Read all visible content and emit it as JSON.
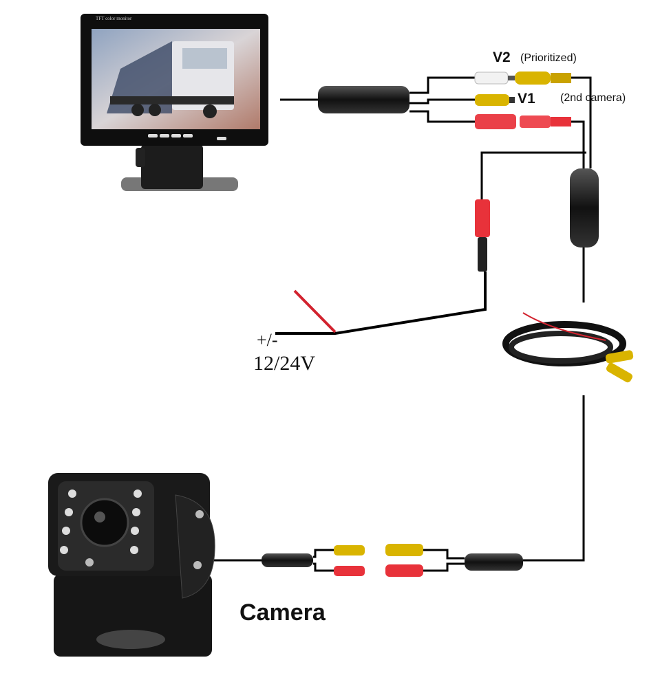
{
  "monitor": {
    "brand_text": "TFT color monitor"
  },
  "labels": {
    "v2": "V2",
    "v2_note": "(Prioritized)",
    "v1": "V1",
    "second_camera": "(2nd camera)",
    "power_polarity": "+/-",
    "power_voltage": "12/24V",
    "camera": "Camera"
  },
  "colors": {
    "wire": "#000000",
    "red": "#e8323a",
    "yellow": "#d9b400",
    "white": "#eeeeee"
  }
}
